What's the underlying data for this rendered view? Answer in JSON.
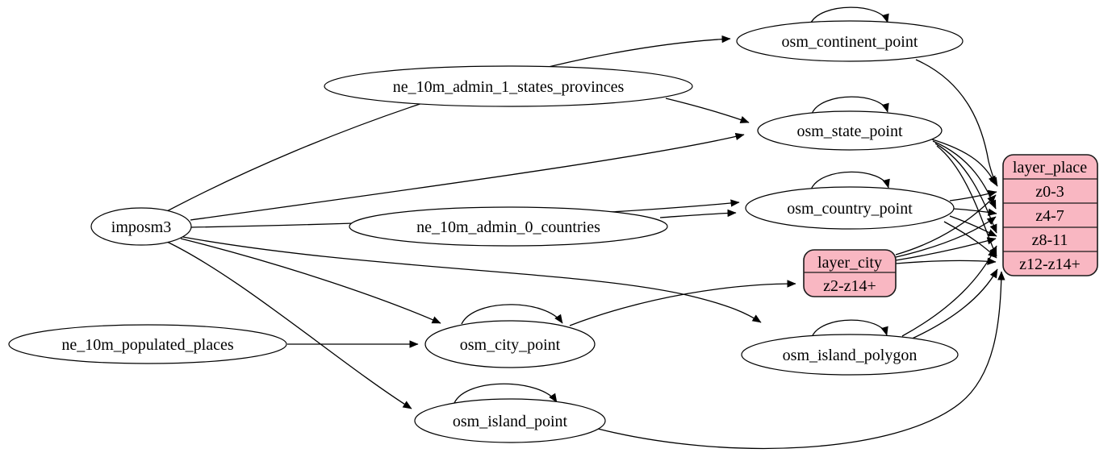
{
  "diagram": {
    "kind": "etl-graph",
    "colors": {
      "background": "#ffffff",
      "node_fill": "#ffffff",
      "record_fill": "#f9b7c2",
      "stroke": "#000000"
    },
    "nodes": {
      "imposm3": {
        "label": "imposm3"
      },
      "ne_10m_admin_1_states_provinces": {
        "label": "ne_10m_admin_1_states_provinces"
      },
      "ne_10m_admin_0_countries": {
        "label": "ne_10m_admin_0_countries"
      },
      "ne_10m_populated_places": {
        "label": "ne_10m_populated_places"
      },
      "osm_continent_point": {
        "label": "osm_continent_point"
      },
      "osm_state_point": {
        "label": "osm_state_point"
      },
      "osm_country_point": {
        "label": "osm_country_point"
      },
      "osm_city_point": {
        "label": "osm_city_point"
      },
      "osm_island_polygon": {
        "label": "osm_island_polygon"
      },
      "osm_island_point": {
        "label": "osm_island_point"
      }
    },
    "records": {
      "layer_city": {
        "title": "layer_city",
        "rows": [
          "z2-z14+"
        ]
      },
      "layer_place": {
        "title": "layer_place",
        "rows": [
          "z0-3",
          "z4-7",
          "z8-11",
          "z12-z14+"
        ]
      }
    },
    "edges": [
      {
        "from": "imposm3",
        "to": "osm_continent_point"
      },
      {
        "from": "imposm3",
        "to": "osm_state_point"
      },
      {
        "from": "imposm3",
        "to": "osm_country_point"
      },
      {
        "from": "imposm3",
        "to": "osm_city_point"
      },
      {
        "from": "imposm3",
        "to": "osm_island_polygon"
      },
      {
        "from": "imposm3",
        "to": "osm_island_point"
      },
      {
        "from": "ne_10m_admin_1_states_provinces",
        "to": "osm_state_point"
      },
      {
        "from": "ne_10m_admin_0_countries",
        "to": "osm_country_point"
      },
      {
        "from": "ne_10m_populated_places",
        "to": "osm_city_point"
      },
      {
        "from": "osm_continent_point",
        "to": "osm_continent_point"
      },
      {
        "from": "osm_state_point",
        "to": "osm_state_point"
      },
      {
        "from": "osm_country_point",
        "to": "osm_country_point"
      },
      {
        "from": "osm_city_point",
        "to": "osm_city_point"
      },
      {
        "from": "osm_island_polygon",
        "to": "osm_island_polygon"
      },
      {
        "from": "osm_island_point",
        "to": "osm_island_point"
      },
      {
        "from": "osm_city_point",
        "to": "layer_city:z2-z14+"
      },
      {
        "from": "layer_city:z2-z14+",
        "to": "layer_place:z0-3"
      },
      {
        "from": "layer_city:z2-z14+",
        "to": "layer_place:z4-7"
      },
      {
        "from": "layer_city:z2-z14+",
        "to": "layer_place:z8-11"
      },
      {
        "from": "layer_city:z2-z14+",
        "to": "layer_place:z12-z14+"
      },
      {
        "from": "osm_continent_point",
        "to": "layer_place:z0-3"
      },
      {
        "from": "osm_state_point",
        "to": "layer_place:z0-3"
      },
      {
        "from": "osm_state_point",
        "to": "layer_place:z4-7"
      },
      {
        "from": "osm_state_point",
        "to": "layer_place:z8-11"
      },
      {
        "from": "osm_state_point",
        "to": "layer_place:z12-z14+"
      },
      {
        "from": "osm_country_point",
        "to": "layer_place:z0-3"
      },
      {
        "from": "osm_country_point",
        "to": "layer_place:z4-7"
      },
      {
        "from": "osm_country_point",
        "to": "layer_place:z8-11"
      },
      {
        "from": "osm_country_point",
        "to": "layer_place:z12-z14+"
      },
      {
        "from": "osm_island_polygon",
        "to": "layer_place:z8-11"
      },
      {
        "from": "osm_island_polygon",
        "to": "layer_place:z12-z14+"
      },
      {
        "from": "osm_island_point",
        "to": "layer_place:z12-z14+"
      }
    ]
  }
}
